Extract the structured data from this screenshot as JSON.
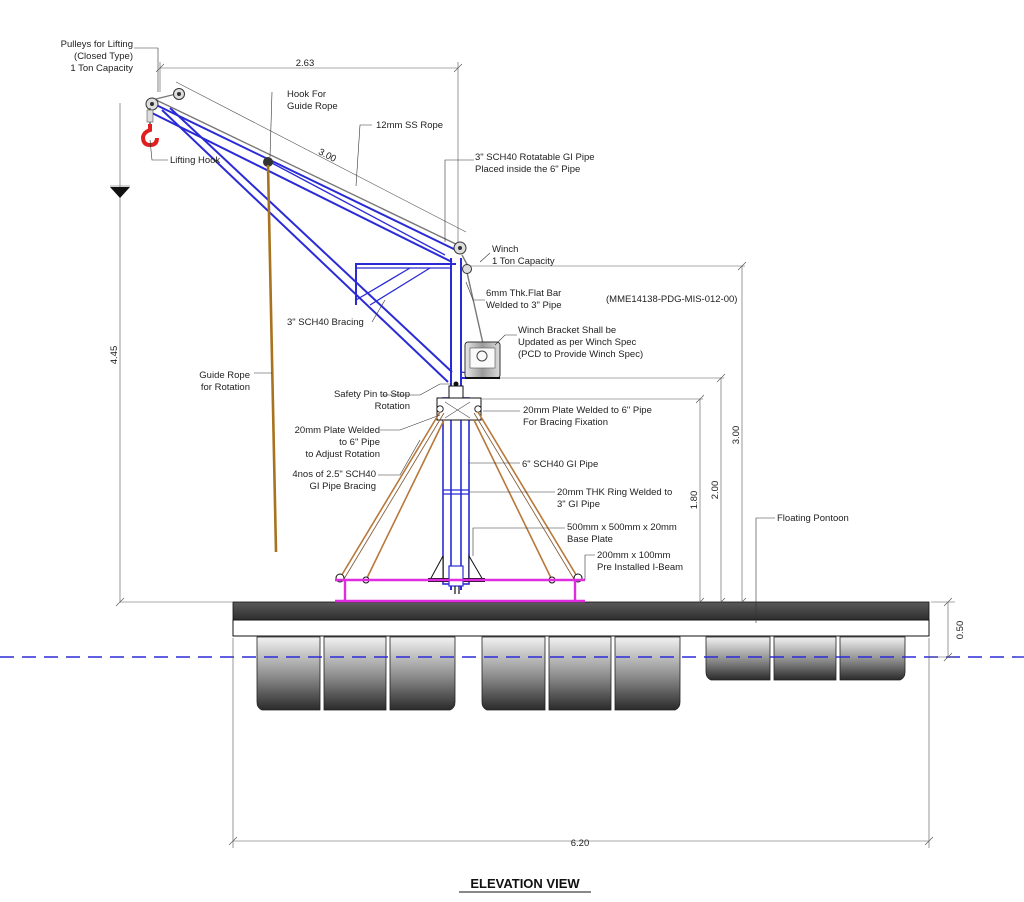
{
  "title": "ELEVATION VIEW",
  "drawing_ref": "(MME14138-PDG-MIS-012-00)",
  "labels": {
    "pulleys": [
      "Pulleys for Lifting",
      "(Closed Type)",
      "1 Ton Capacity"
    ],
    "hook_guide": [
      "Hook For",
      "Guide Rope"
    ],
    "ss_rope": "12mm SS Rope",
    "lifting_hook": "Lifting Hook",
    "rotatable_pipe": [
      "3\" SCH40 Rotatable GI Pipe",
      "Placed inside the 6\" Pipe"
    ],
    "winch": [
      "Winch",
      "1 Ton Capacity"
    ],
    "flat_bar": [
      "6mm Thk.Flat Bar",
      "Welded to 3\" Pipe"
    ],
    "bracing": "3\" SCH40 Bracing",
    "winch_bracket": [
      "Winch Bracket Shall be",
      "Updated as per Winch Spec",
      "(PCD to Provide Winch Spec)"
    ],
    "guide_rope": [
      "Guide Rope",
      "for Rotation"
    ],
    "safety_pin": [
      "Safety Pin to Stop",
      "Rotation"
    ],
    "plate_6in": [
      "20mm Plate Welded to 6\" Pipe",
      "For Bracing Fixation"
    ],
    "plate_rotation": [
      "20mm Plate Welded",
      "to 6\" Pipe",
      "to Adjust Rotation"
    ],
    "gi_pipe_6": "6\" SCH40 GI Pipe",
    "pipe_bracing": [
      "4nos of 2.5\" SCH40",
      "GI Pipe Bracing"
    ],
    "ring": [
      "20mm THK Ring Welded to",
      "3\" GI Pipe"
    ],
    "base_plate": [
      "500mm x 500mm x 20mm",
      "Base Plate"
    ],
    "ibeam": [
      "200mm x 100mm",
      "Pre Installed I-Beam"
    ],
    "pontoon": "Floating Pontoon"
  },
  "dimensions": {
    "top_span": "2.63",
    "boom_length": "3.00",
    "total_height": "4.45",
    "height_mast": "3.00",
    "height_bracket": "2.00",
    "height_plate": "1.80",
    "pontoon_depth": "0.50",
    "pontoon_length": "6.20"
  },
  "colors": {
    "frame": "#2b2bd6",
    "hook": "#e02020",
    "guide_rope": "#a8731f",
    "bracing": "#b8783a",
    "ibeam": "#e02ce0",
    "deck": "#3a3a3a",
    "waterline": "#2b2bd6"
  }
}
